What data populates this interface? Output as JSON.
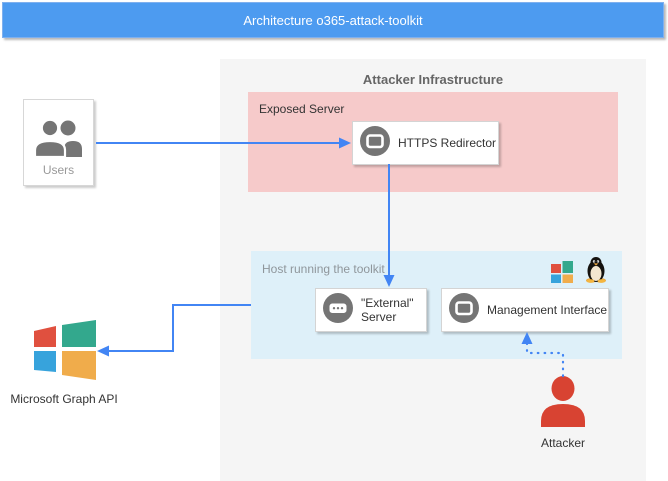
{
  "banner": {
    "title": "Architecture o365-attack-toolkit"
  },
  "colors": {
    "banner_bg": "#4D9BF0",
    "infrastructure_bg": "#F5F5F5",
    "exposed_server_bg": "#F6CACA",
    "host_bg": "#DEF0F9",
    "arrow_blue": "#4285F4",
    "node_icon_gray": "#757575",
    "attacker_red": "#D84332",
    "ms_logo_red": "#E0503F",
    "ms_logo_teal": "#33A88D",
    "ms_logo_blue": "#37A3DC",
    "ms_logo_orange": "#F0AC4B"
  },
  "infrastructure": {
    "title": "Attacker Infrastructure",
    "exposed_server": {
      "label": "Exposed Server",
      "node": {
        "label": "HTTPS Redirector",
        "icon": "app-window-icon"
      }
    },
    "host": {
      "label": "Host running the toolkit",
      "os_icons": [
        "windows-logo",
        "linux-tux-logo"
      ],
      "external_server_node": {
        "label_line1": "\"External\"",
        "label_line2": "Server",
        "icon": "server-ellipsis-icon"
      },
      "management_node": {
        "label": "Management Interface",
        "icon": "app-window-icon"
      }
    }
  },
  "users": {
    "label": "Users",
    "icon": "users-icon"
  },
  "ms_graph": {
    "label": "Microsoft Graph API",
    "icon": "microsoft-flag-logo"
  },
  "attacker": {
    "label": "Attacker",
    "icon": "person-icon"
  },
  "edges": [
    {
      "from": "users",
      "to": "https-redirector",
      "style": "solid"
    },
    {
      "from": "https-redirector",
      "to": "external-server",
      "style": "solid"
    },
    {
      "from": "host-running-the-toolkit",
      "to": "microsoft-graph-api",
      "style": "solid"
    },
    {
      "from": "attacker",
      "to": "management-interface",
      "style": "dotted"
    }
  ]
}
